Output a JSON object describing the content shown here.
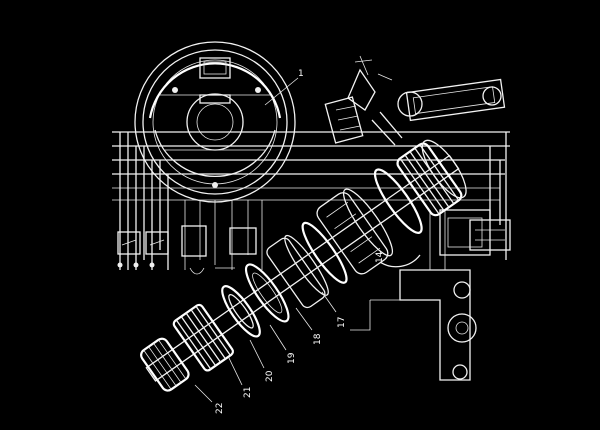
{
  "figure": {
    "part_labels": [
      "1",
      "17",
      "18",
      "19",
      "20",
      "21",
      "22",
      "14"
    ]
  },
  "colors": {
    "background": "#000000",
    "lines": "#f2f2f2"
  }
}
